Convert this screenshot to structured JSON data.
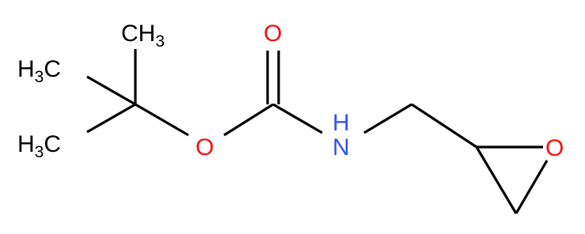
{
  "molecule": {
    "atoms": {
      "ch3_top": {
        "main": "CH",
        "sub": "3"
      },
      "h3c_upper": {
        "main_a": "H",
        "sub": "3",
        "main_b": "C"
      },
      "h3c_lower": {
        "main_a": "H",
        "sub": "3",
        "main_b": "C"
      },
      "carbonyl_o": {
        "label": "O"
      },
      "ester_o": {
        "label": "O"
      },
      "amide_n": {
        "label": "N"
      },
      "amide_h": {
        "label": "H"
      },
      "epoxide_o": {
        "label": "O"
      }
    },
    "colors": {
      "bond": "#000000",
      "carbon": "#000000",
      "oxygen": "#ff0d0d",
      "nitrogen": "#3050f8"
    }
  }
}
